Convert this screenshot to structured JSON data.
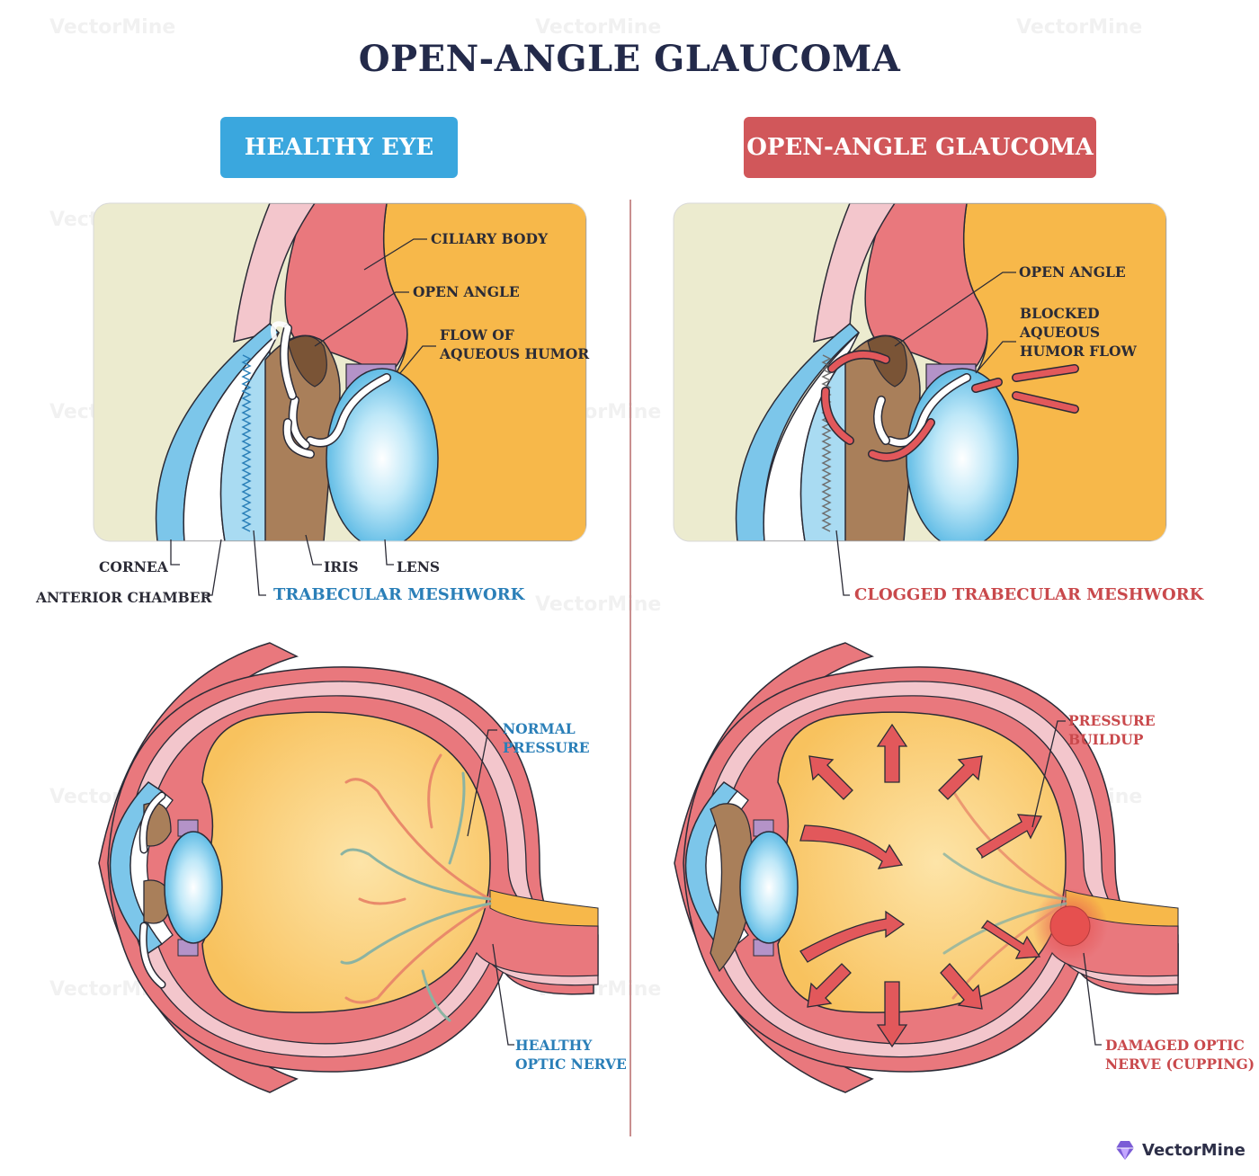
{
  "title": "OPEN-ANGLE GLAUCOMA",
  "healthy": {
    "badge": "HEALTHY EYE",
    "labels": {
      "ciliary_body": "CILIARY BODY",
      "open_angle": "OPEN ANGLE",
      "flow": "FLOW OF\nAQUEOUS HUMOR",
      "cornea": "CORNEA",
      "anterior_chamber": "ANTERIOR CHAMBER",
      "iris": "IRIS",
      "lens": "LENS",
      "trabecular": "TRABECULAR MESHWORK",
      "normal_pressure": "NORMAL\nPRESSURE",
      "optic_nerve": "HEALTHY\nOPTIC NERVE"
    }
  },
  "glaucoma": {
    "badge": "OPEN-ANGLE GLAUCOMA",
    "labels": {
      "open_angle": "OPEN ANGLE",
      "blocked": "BLOCKED\nAQUEOUS\nHUMOR FLOW",
      "clogged": "CLOGGED TRABECULAR MESHWORK",
      "pressure_buildup": "PRESSURE\nBUILDUP",
      "damaged_nerve": "DAMAGED OPTIC\nNERVE (CUPPING)"
    }
  },
  "watermark": "VectorMine",
  "brand": "VectorMine",
  "colors": {
    "navy": "#232a4a",
    "healthy_blue": "#3aa7de",
    "glaucoma_red": "#d1575a",
    "label_blue": "#2a7fb8",
    "label_red": "#c9494c",
    "panel_orange": "#f7b84a",
    "panel_beige": "#ecebcf",
    "tissue_pink": "#e9787d",
    "iris_brown": "#a97f5a"
  }
}
